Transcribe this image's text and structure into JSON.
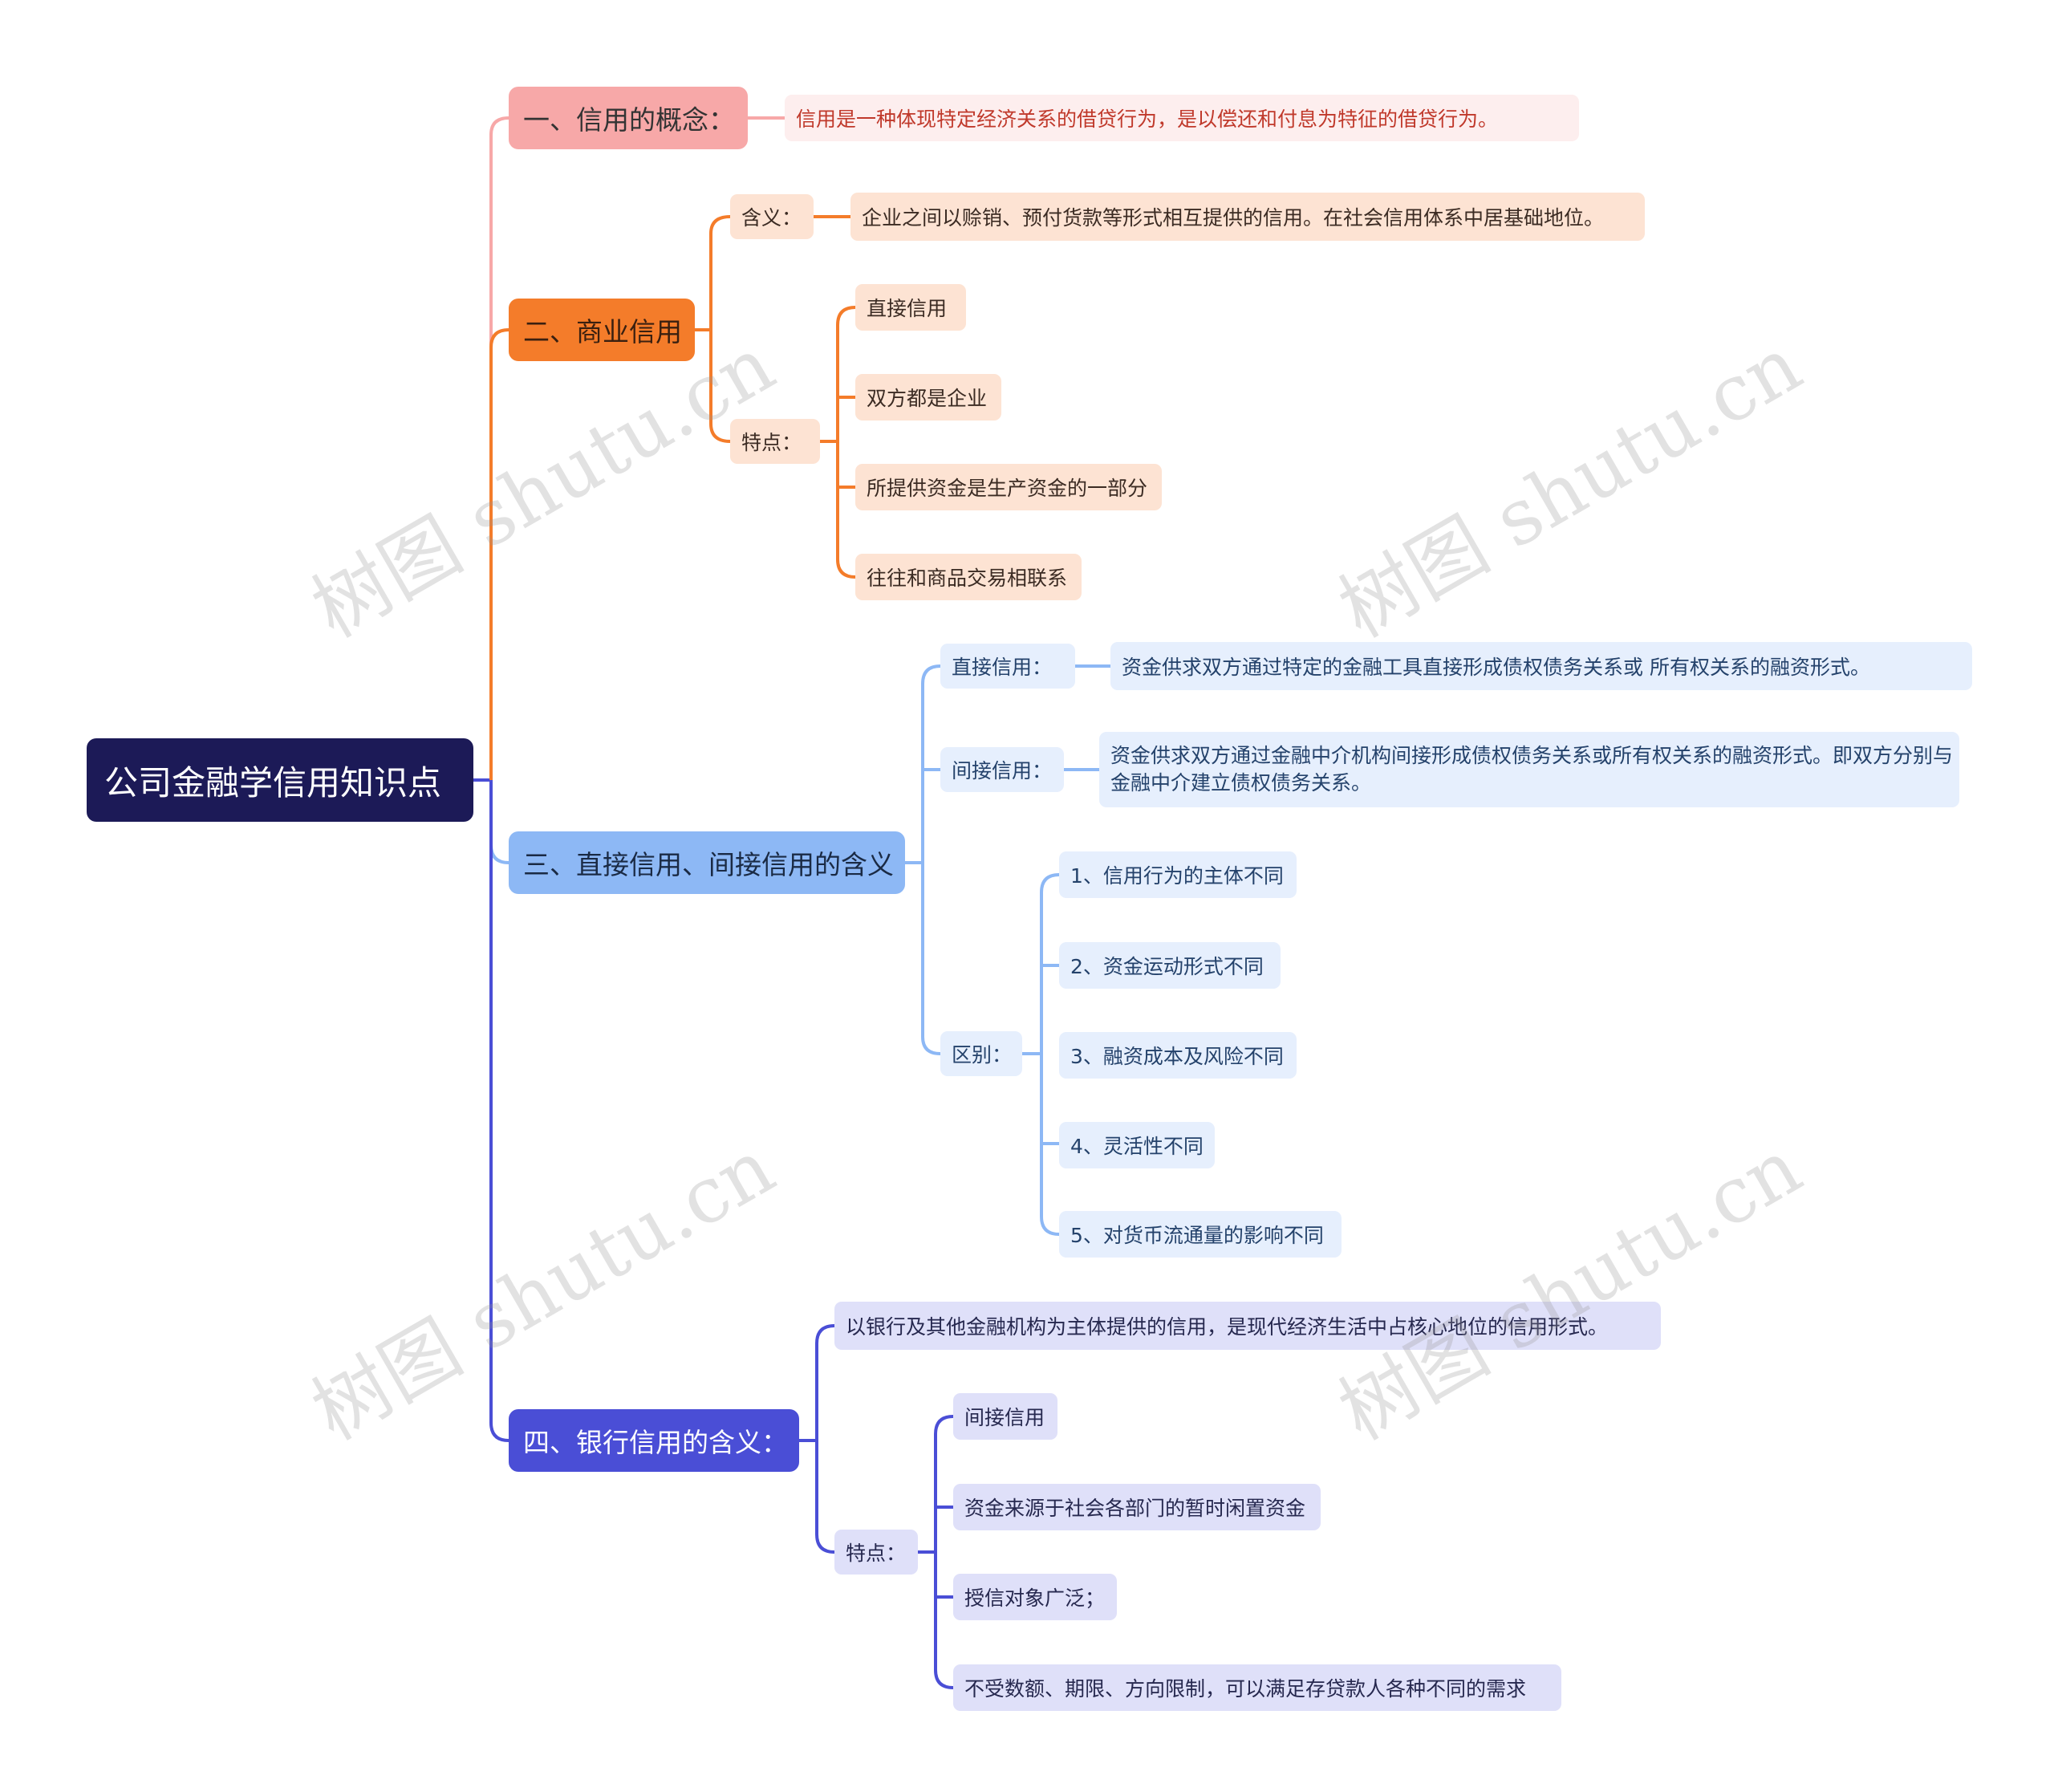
{
  "root": {
    "label": "公司金融学信用知识点"
  },
  "branches": {
    "concept": {
      "label": "一、信用的概念：",
      "text": "信用是一种体现特定经济关系的借贷行为，是以偿还和付息为特征的借贷行为。",
      "color": "#f7a8a8"
    },
    "commercial": {
      "label": "二、商业信用",
      "meaning_label": "含义：",
      "meaning_text": "企业之间以赊销、预付货款等形式相互提供的信用。在社会信用体系中居基础地位。",
      "features_label": "特点：",
      "features": [
        "直接信用",
        "双方都是企业",
        "所提供资金是生产资金的一部分",
        "往往和商品交易相联系"
      ],
      "color": "#f47c2a"
    },
    "direct_indirect": {
      "label": "三、直接信用、间接信用的含义",
      "direct_label": "直接信用：",
      "direct_text": "资金供求双方通过特定的金融工具直接形成债权债务关系或 所有权关系的融资形式。",
      "indirect_label": "间接信用：",
      "indirect_text": "资金供求双方通过金融中介机构间接形成债权债务关系或所有权关系的融资形式。即双方分别与金融中介建立债权债务关系。",
      "diff_label": "区别：",
      "differences": [
        "1、信用行为的主体不同",
        "2、资金运动形式不同",
        "3、融资成本及风险不同",
        "4、灵活性不同",
        "5、对货币流通量的影响不同"
      ],
      "color": "#8db8f5"
    },
    "bank": {
      "label": "四、银行信用的含义：",
      "text": "以银行及其他金融机构为主体提供的信用，是现代经济生活中占核心地位的信用形式。",
      "features_label": "特点：",
      "features": [
        "间接信用",
        "资金来源于社会各部门的暂时闲置资金",
        "授信对象广泛；",
        "不受数额、期限、方向限制，可以满足存贷款人各种不同的需求"
      ],
      "color": "#4a4ed6"
    }
  },
  "watermark": "树图 shutu.cn"
}
